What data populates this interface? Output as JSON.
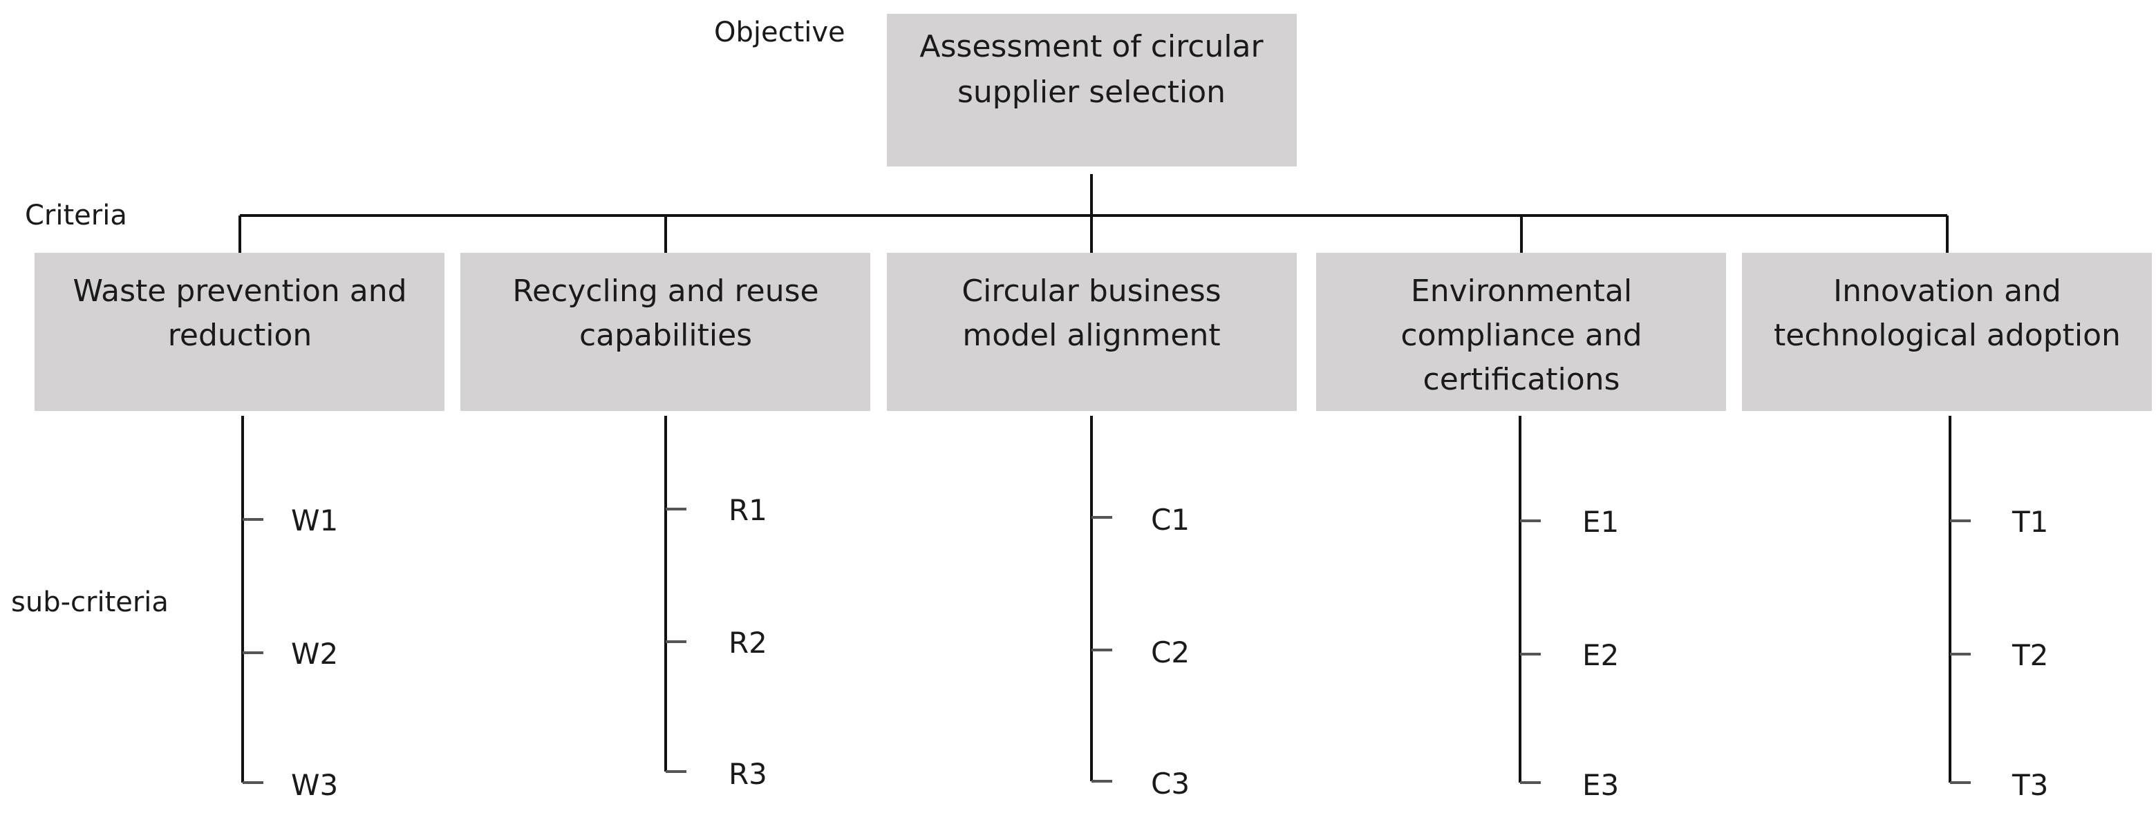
{
  "levels": {
    "objective": "Objective",
    "criteria": "Criteria",
    "subcriteria": "sub-criteria"
  },
  "objective": {
    "lines": [
      "Assessment of circular",
      "supplier selection"
    ]
  },
  "criteria": [
    {
      "lines": [
        "Waste prevention and",
        "reduction"
      ],
      "subs": [
        "W1",
        "W2",
        "W3"
      ]
    },
    {
      "lines": [
        "Recycling and reuse",
        "capabilities"
      ],
      "subs": [
        "R1",
        "R2",
        "R3"
      ]
    },
    {
      "lines": [
        "Circular business",
        "model alignment"
      ],
      "subs": [
        "C1",
        "C2",
        "C3"
      ]
    },
    {
      "lines": [
        "Environmental",
        "compliance and",
        "certifications"
      ],
      "subs": [
        "E1",
        "E2",
        "E3"
      ]
    },
    {
      "lines": [
        "Innovation and",
        "technological adoption"
      ],
      "subs": [
        "T1",
        "T2",
        "T3"
      ]
    }
  ]
}
